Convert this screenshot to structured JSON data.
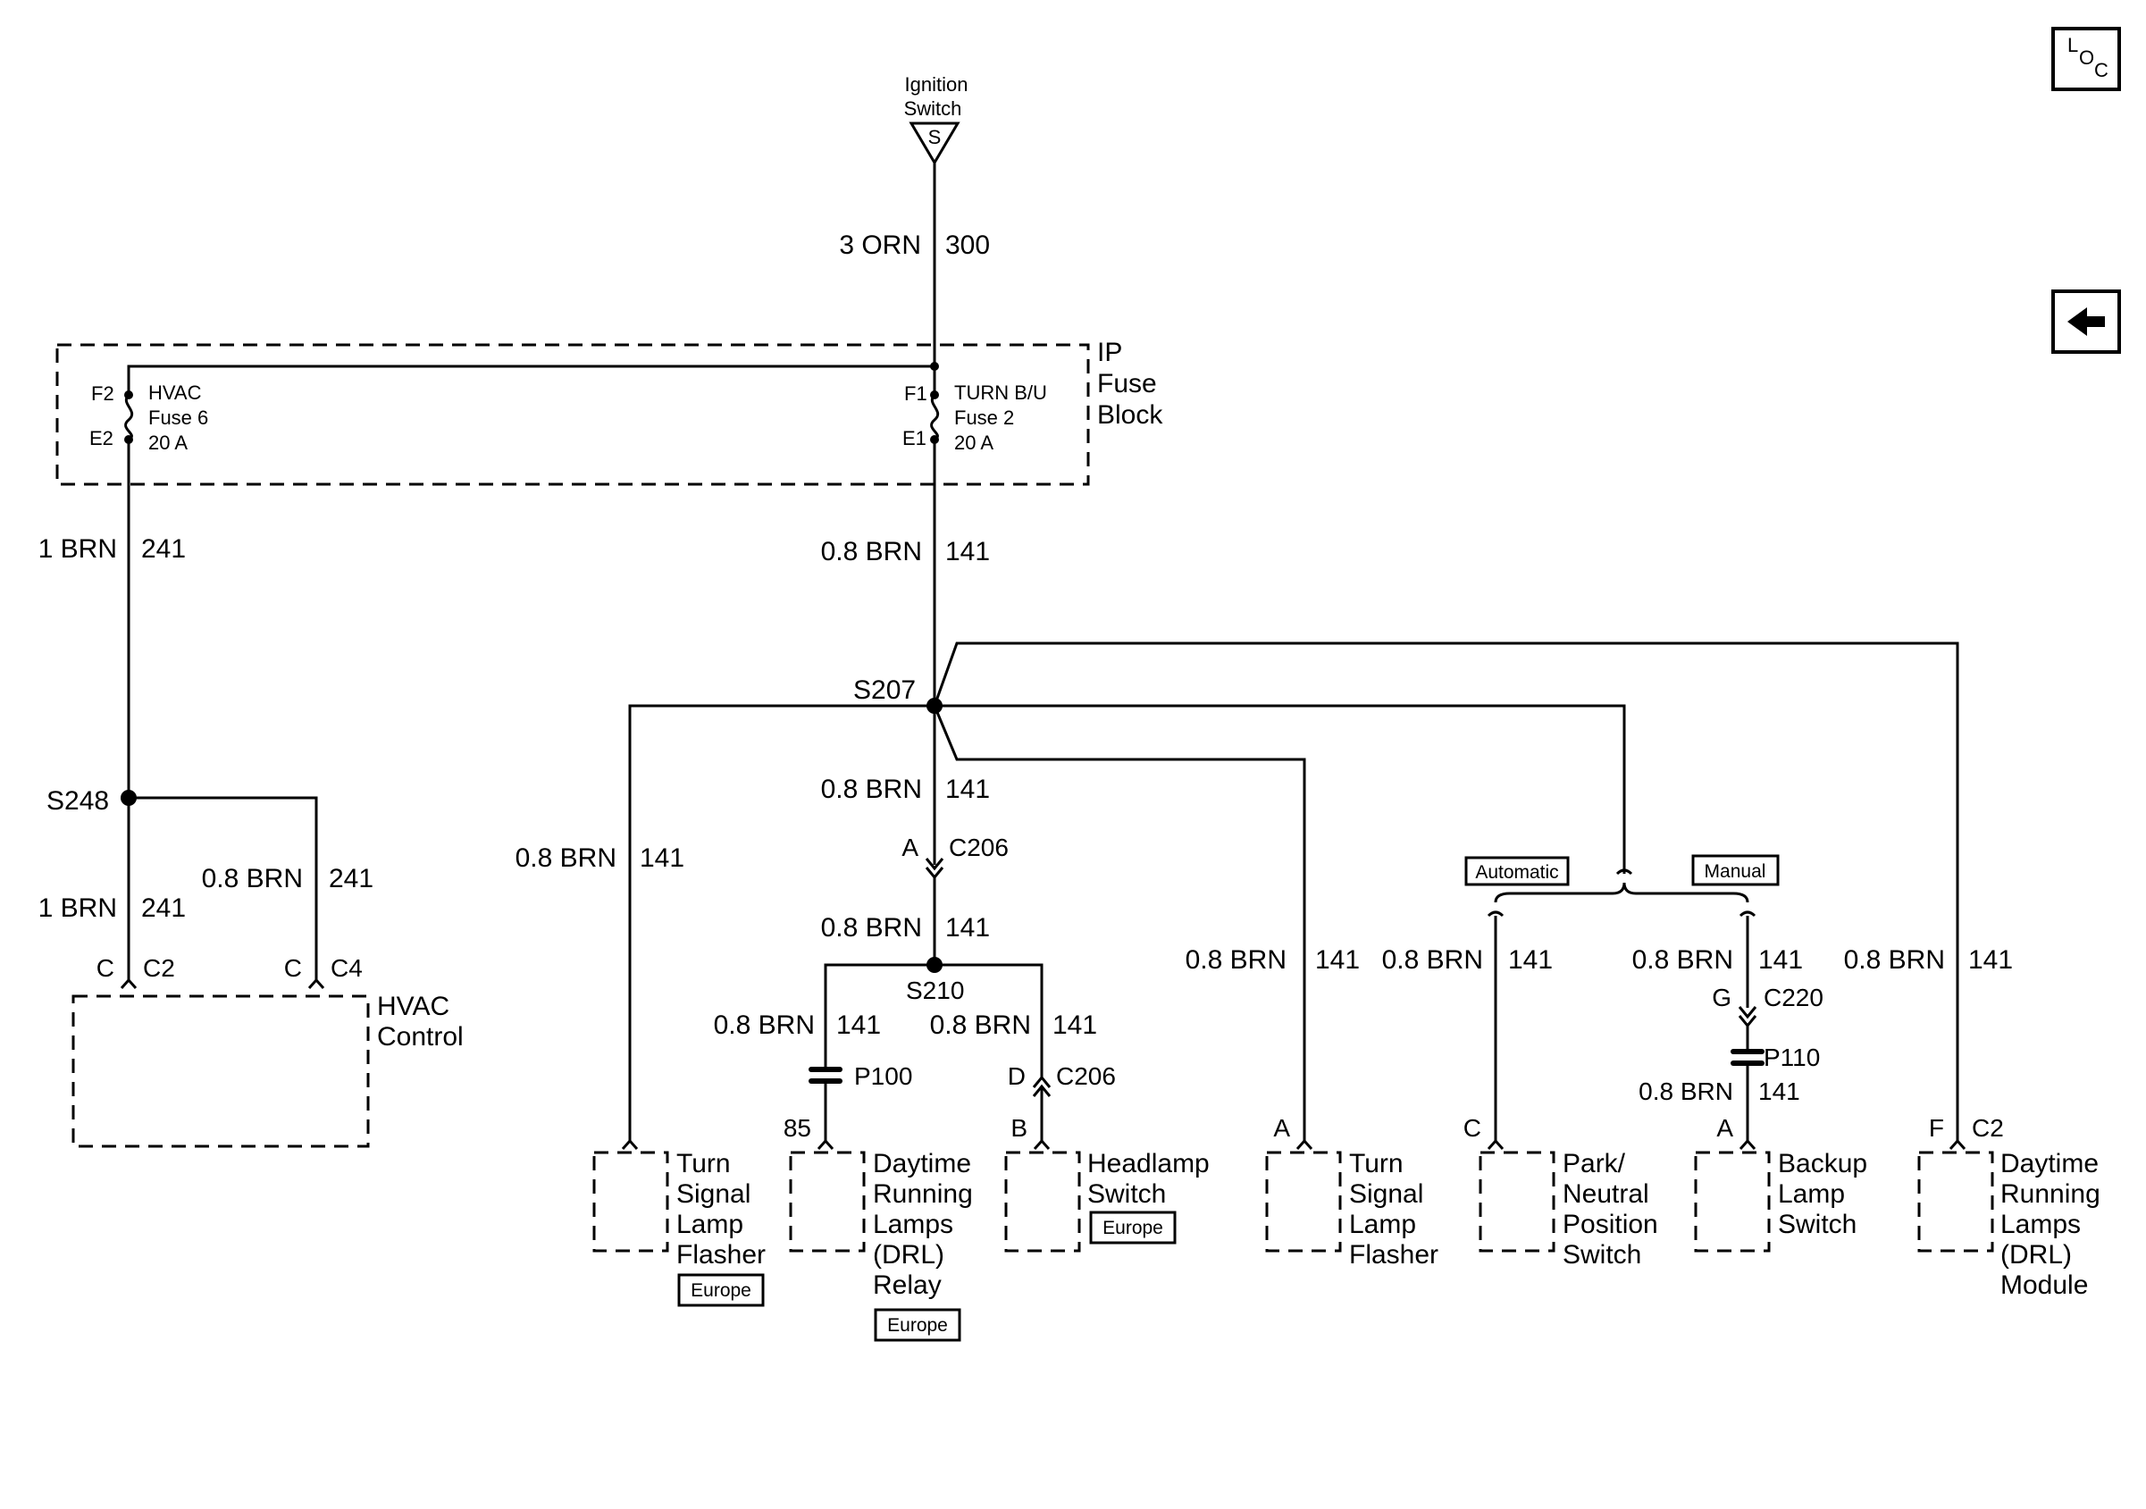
{
  "source": {
    "label_line1": "Ignition",
    "label_line2": "Switch",
    "symbol": "S"
  },
  "fuse_block": {
    "label_line1": "IP",
    "label_line2": "Fuse",
    "label_line3": "Block"
  },
  "fuses": [
    {
      "top_pin": "F2",
      "bottom_pin": "E2",
      "name": "HVAC",
      "number": "Fuse 6",
      "rating": "20 A"
    },
    {
      "top_pin": "F1",
      "bottom_pin": "E1",
      "name": "TURN B/U",
      "number": "Fuse 2",
      "rating": "20 A"
    }
  ],
  "wires": {
    "ign_feed": {
      "gauge": "3 ORN",
      "circuit": "300"
    },
    "hvac_feed": {
      "gauge": "1 BRN",
      "circuit": "241"
    },
    "turn_feed": {
      "gauge": "0.8 BRN",
      "circuit": "141"
    },
    "s248_c2": {
      "gauge": "1 BRN",
      "circuit": "241"
    },
    "s248_c4": {
      "gauge": "0.8 BRN",
      "circuit": "241"
    },
    "s207_down": {
      "gauge": "0.8 BRN",
      "circuit": "141"
    },
    "c206_s210": {
      "gauge": "0.8 BRN",
      "circuit": "141"
    },
    "left_flasher": {
      "gauge": "0.8 BRN",
      "circuit": "141"
    },
    "drl_relay": {
      "gauge": "0.8 BRN",
      "circuit": "141"
    },
    "headlamp": {
      "gauge": "0.8 BRN",
      "circuit": "141"
    },
    "right_flasher": {
      "gauge": "0.8 BRN",
      "circuit": "141"
    },
    "park_neutral": {
      "gauge": "0.8 BRN",
      "circuit": "141"
    },
    "backup_upper": {
      "gauge": "0.8 BRN",
      "circuit": "141"
    },
    "backup_lower": {
      "gauge": "0.8 BRN",
      "circuit": "141"
    },
    "drl_module": {
      "gauge": "0.8 BRN",
      "circuit": "141"
    }
  },
  "splices": {
    "s248": "S248",
    "s207": "S207",
    "s210": "S210"
  },
  "connectors": {
    "c2_hvac": {
      "pin": "C",
      "name": "C2"
    },
    "c4_hvac": {
      "pin": "C",
      "name": "C4"
    },
    "c206_a": {
      "pin": "A",
      "name": "C206"
    },
    "c206_d": {
      "pin": "D",
      "name": "C206"
    },
    "p100": {
      "name": "P100"
    },
    "c220": {
      "pin": "G",
      "name": "C220"
    },
    "p110": {
      "name": "P110"
    },
    "drl_module": {
      "pin": "F",
      "name": "C2"
    }
  },
  "options": {
    "automatic": "Automatic",
    "manual": "Manual",
    "europe": "Europe"
  },
  "components": {
    "hvac": {
      "line1": "HVAC",
      "line2": "Control"
    },
    "flasher_left": {
      "pin": "",
      "lines": [
        "Turn",
        "Signal",
        "Lamp",
        "Flasher"
      ]
    },
    "drl_relay": {
      "pin": "85",
      "lines": [
        "Daytime",
        "Running",
        "Lamps",
        "(DRL)",
        "Relay"
      ]
    },
    "headlamp": {
      "pin": "B",
      "lines": [
        "Headlamp",
        "Switch"
      ]
    },
    "flasher_right": {
      "pin": "A",
      "lines": [
        "Turn",
        "Signal",
        "Lamp",
        "Flasher"
      ]
    },
    "park_neutral": {
      "pin": "C",
      "lines": [
        "Park/",
        "Neutral",
        "Position",
        "Switch"
      ]
    },
    "backup": {
      "pin": "A",
      "lines": [
        "Backup",
        "Lamp",
        "Switch"
      ]
    },
    "drl_module": {
      "lines": [
        "Daytime",
        "Running",
        "Lamps",
        "(DRL)",
        "Module"
      ]
    }
  },
  "nav": {
    "loc_icon": "L O C",
    "back_icon": "back-arrow-icon"
  }
}
